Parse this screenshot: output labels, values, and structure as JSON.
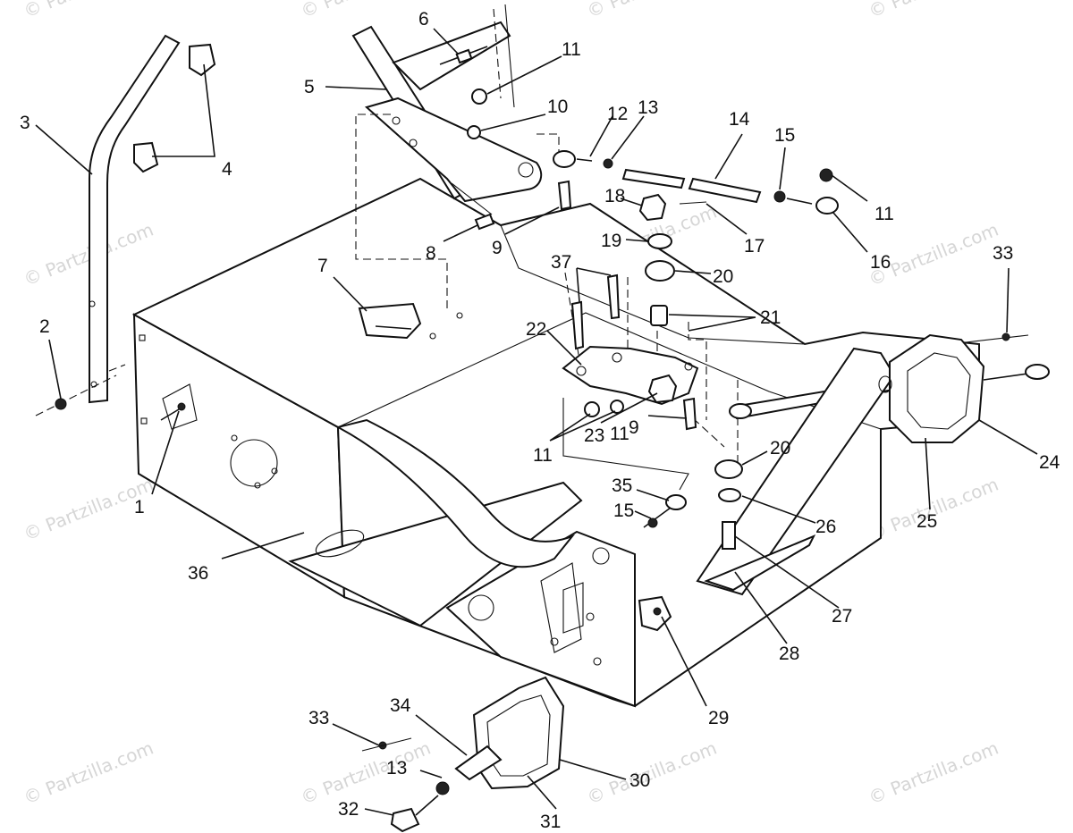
{
  "watermark": "© Partzilla.com",
  "callouts": [
    "1",
    "2",
    "3",
    "4",
    "5",
    "6",
    "7",
    "8",
    "9",
    "9",
    "10",
    "11",
    "11",
    "11",
    "11",
    "12",
    "13",
    "13",
    "14",
    "15",
    "15",
    "16",
    "17",
    "18",
    "19",
    "20",
    "20",
    "21",
    "22",
    "23",
    "24",
    "25",
    "26",
    "27",
    "28",
    "29",
    "30",
    "31",
    "32",
    "33",
    "33",
    "34",
    "35",
    "36",
    "37"
  ]
}
